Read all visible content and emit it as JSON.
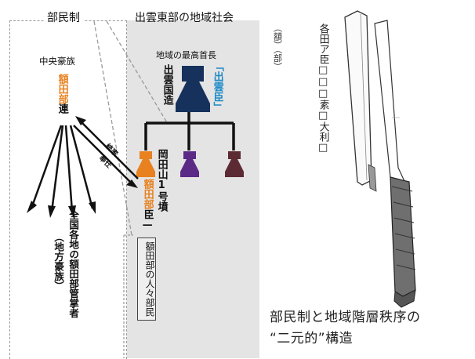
{
  "panels": {
    "bemin_title": "部民制",
    "region_title": "出雲東部の地域社会"
  },
  "central": {
    "label": "中央豪族",
    "clan_name": "額田部",
    "clan_title": "連"
  },
  "region": {
    "chief_label": "地域の最高首長",
    "kuni_no_miyatsuko": "出雲国造",
    "izumo_omi": "「出雲臣」",
    "tomb_name": "岡田山1号墳",
    "kuritabe_name": "額田部",
    "kuritabe_title": "臣",
    "dash": "—",
    "people": "額田部の人々部民"
  },
  "relation": {
    "rule": "統率",
    "serve": "奉仕"
  },
  "managers": {
    "line1": "全国各地の額田部管掌者",
    "line2": "（地方豪族）"
  },
  "inscription": {
    "left": "（額）（部）",
    "right": "各田ア臣□□□素□大利□"
  },
  "caption": {
    "line1": "部民制と地域階層秩序の",
    "line2": "“二元的”構造"
  },
  "colors": {
    "orange": "#e8811f",
    "navy": "#16325c",
    "blue_text": "#1d8ac7",
    "purple": "#5a2a86",
    "maroon": "#5c2a32",
    "panel_gray": "#e4e4e4"
  },
  "icons": [
    "keyhole-tomb-icon",
    "sword-icon"
  ]
}
